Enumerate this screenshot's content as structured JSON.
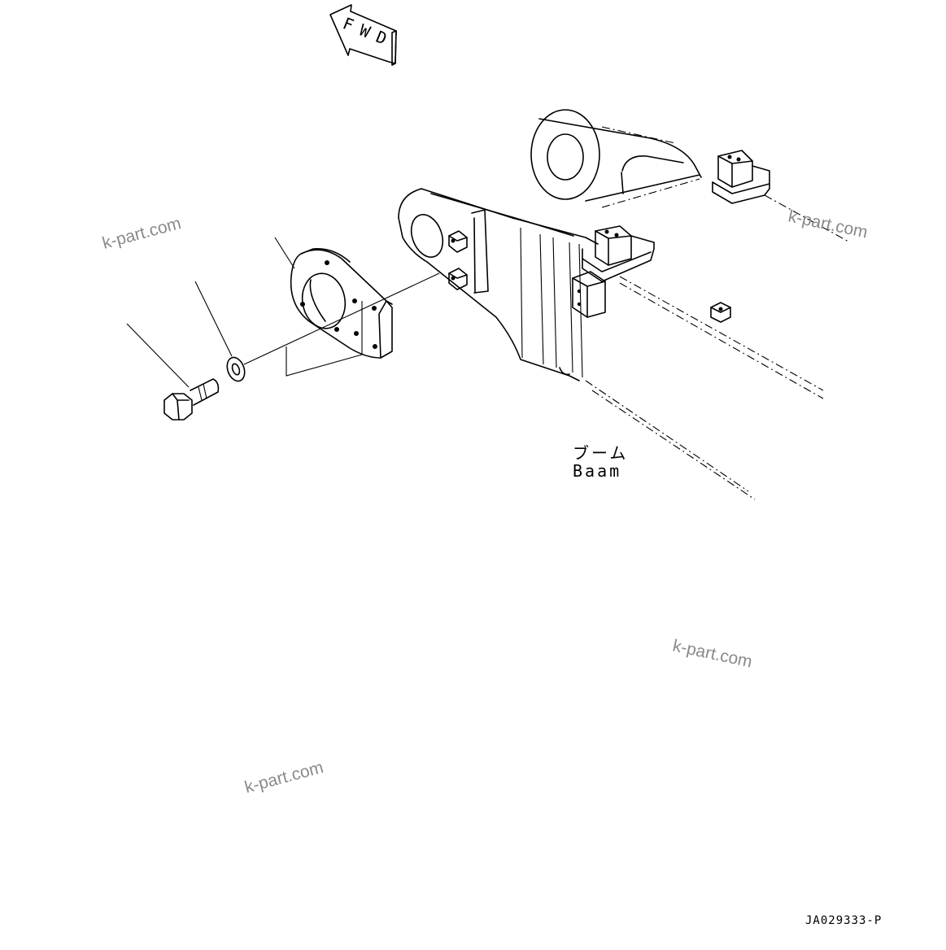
{
  "direction_label": "FWD",
  "part_label_jp": "ブーム",
  "part_label_en": "Baam",
  "drawing_code": "JA029333-P",
  "watermarks": [
    "k-part.com",
    "k-part.com",
    "k-part.com",
    "k-part.com"
  ],
  "colors": {
    "line": "#000000",
    "watermark": "#8a8a8a",
    "background": "#ffffff"
  }
}
